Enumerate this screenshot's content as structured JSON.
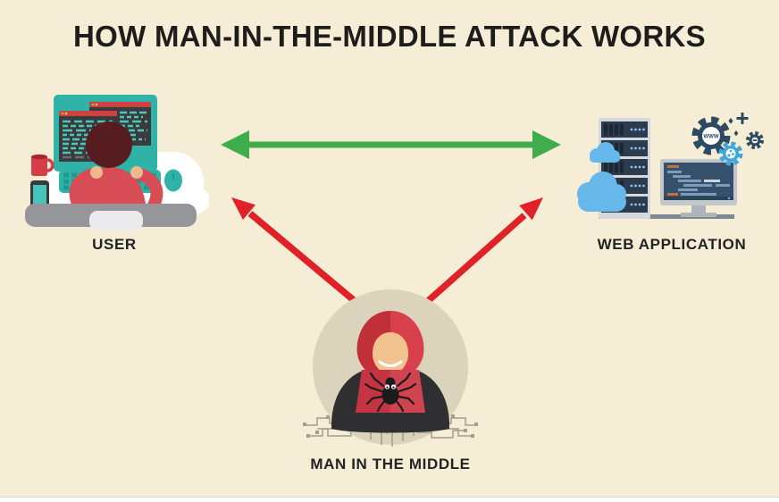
{
  "title": "HOW MAN-IN-THE-MIDDLE ATTACK WORKS",
  "nodes": {
    "user": {
      "label": "USER"
    },
    "web_application": {
      "label": "WEB APPLICATION"
    },
    "man_in_the_middle": {
      "label": "MAN IN THE MIDDLE"
    }
  },
  "illustrations": {
    "www_gear_text": "WWW"
  },
  "edges": [
    {
      "from": "user",
      "to": "web_application",
      "style": "double-headed",
      "color": "#3fae4a"
    },
    {
      "from": "man_in_the_middle",
      "to": "user",
      "style": "single-headed",
      "color": "#e02128"
    },
    {
      "from": "man_in_the_middle",
      "to": "web_application",
      "style": "single-headed",
      "color": "#e02128"
    }
  ],
  "colors": {
    "background": "#f5edd5",
    "title_text": "#1e1d1b",
    "label_text": "#232323",
    "arrow_green": "#3fae4a",
    "arrow_red": "#e02128",
    "user_teal": "#2fb2a7",
    "user_shirt_red": "#d84c55",
    "server_navy": "#2c3c4e",
    "cloud_blue": "#66b8ea",
    "gear_navy": "#2e4a63",
    "gear_blue": "#3fa7dc",
    "hacker_hood_red": "#d0333c",
    "hacker_laptop_red": "#c53441",
    "hacker_circle": "#dcd3bd",
    "bottom_strip": "#fdfdfb"
  }
}
